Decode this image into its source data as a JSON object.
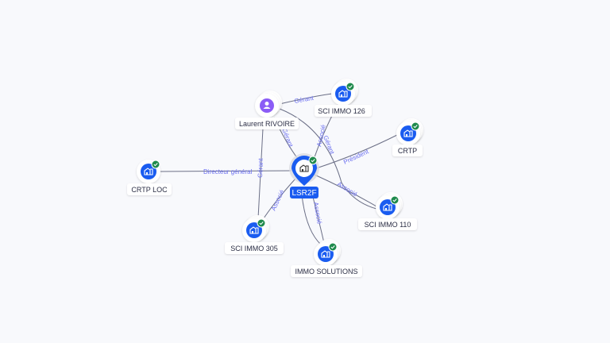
{
  "colors": {
    "accent": "#1a5cf0",
    "check": "#1f8a4c",
    "person": "#8b5cf6",
    "edge": "#6b6f86",
    "edge_label": "#6b6ff0"
  },
  "nodes": {
    "person": {
      "label": "Laurent RIVOIRE",
      "icon": "person-icon"
    },
    "center": {
      "label": "LSR2F",
      "icon": "building-icon"
    },
    "sci126": {
      "label": "SCI IMMO 126",
      "icon": "building-icon"
    },
    "crtp": {
      "label": "CRTP",
      "icon": "building-icon"
    },
    "crtploc": {
      "label": "CRTP LOC",
      "icon": "building-icon"
    },
    "sci110": {
      "label": "SCI IMMO 110",
      "icon": "building-icon"
    },
    "sci305": {
      "label": "SCI IMMO 305",
      "icon": "building-icon"
    },
    "immosol": {
      "label": "IMMO SOLUTIONS",
      "icon": "building-icon"
    }
  },
  "edges": {
    "person_sci126": "Gérant",
    "person_center": "Gérant",
    "person_sci305": "Gérant",
    "person_sci110": "Gérant",
    "sci126_center": "Associé",
    "center_crtp": "Président",
    "center_crtploc": "Directeur général",
    "center_sci110": "Associé",
    "center_sci305": "Associé",
    "center_immosol": "Associé"
  }
}
